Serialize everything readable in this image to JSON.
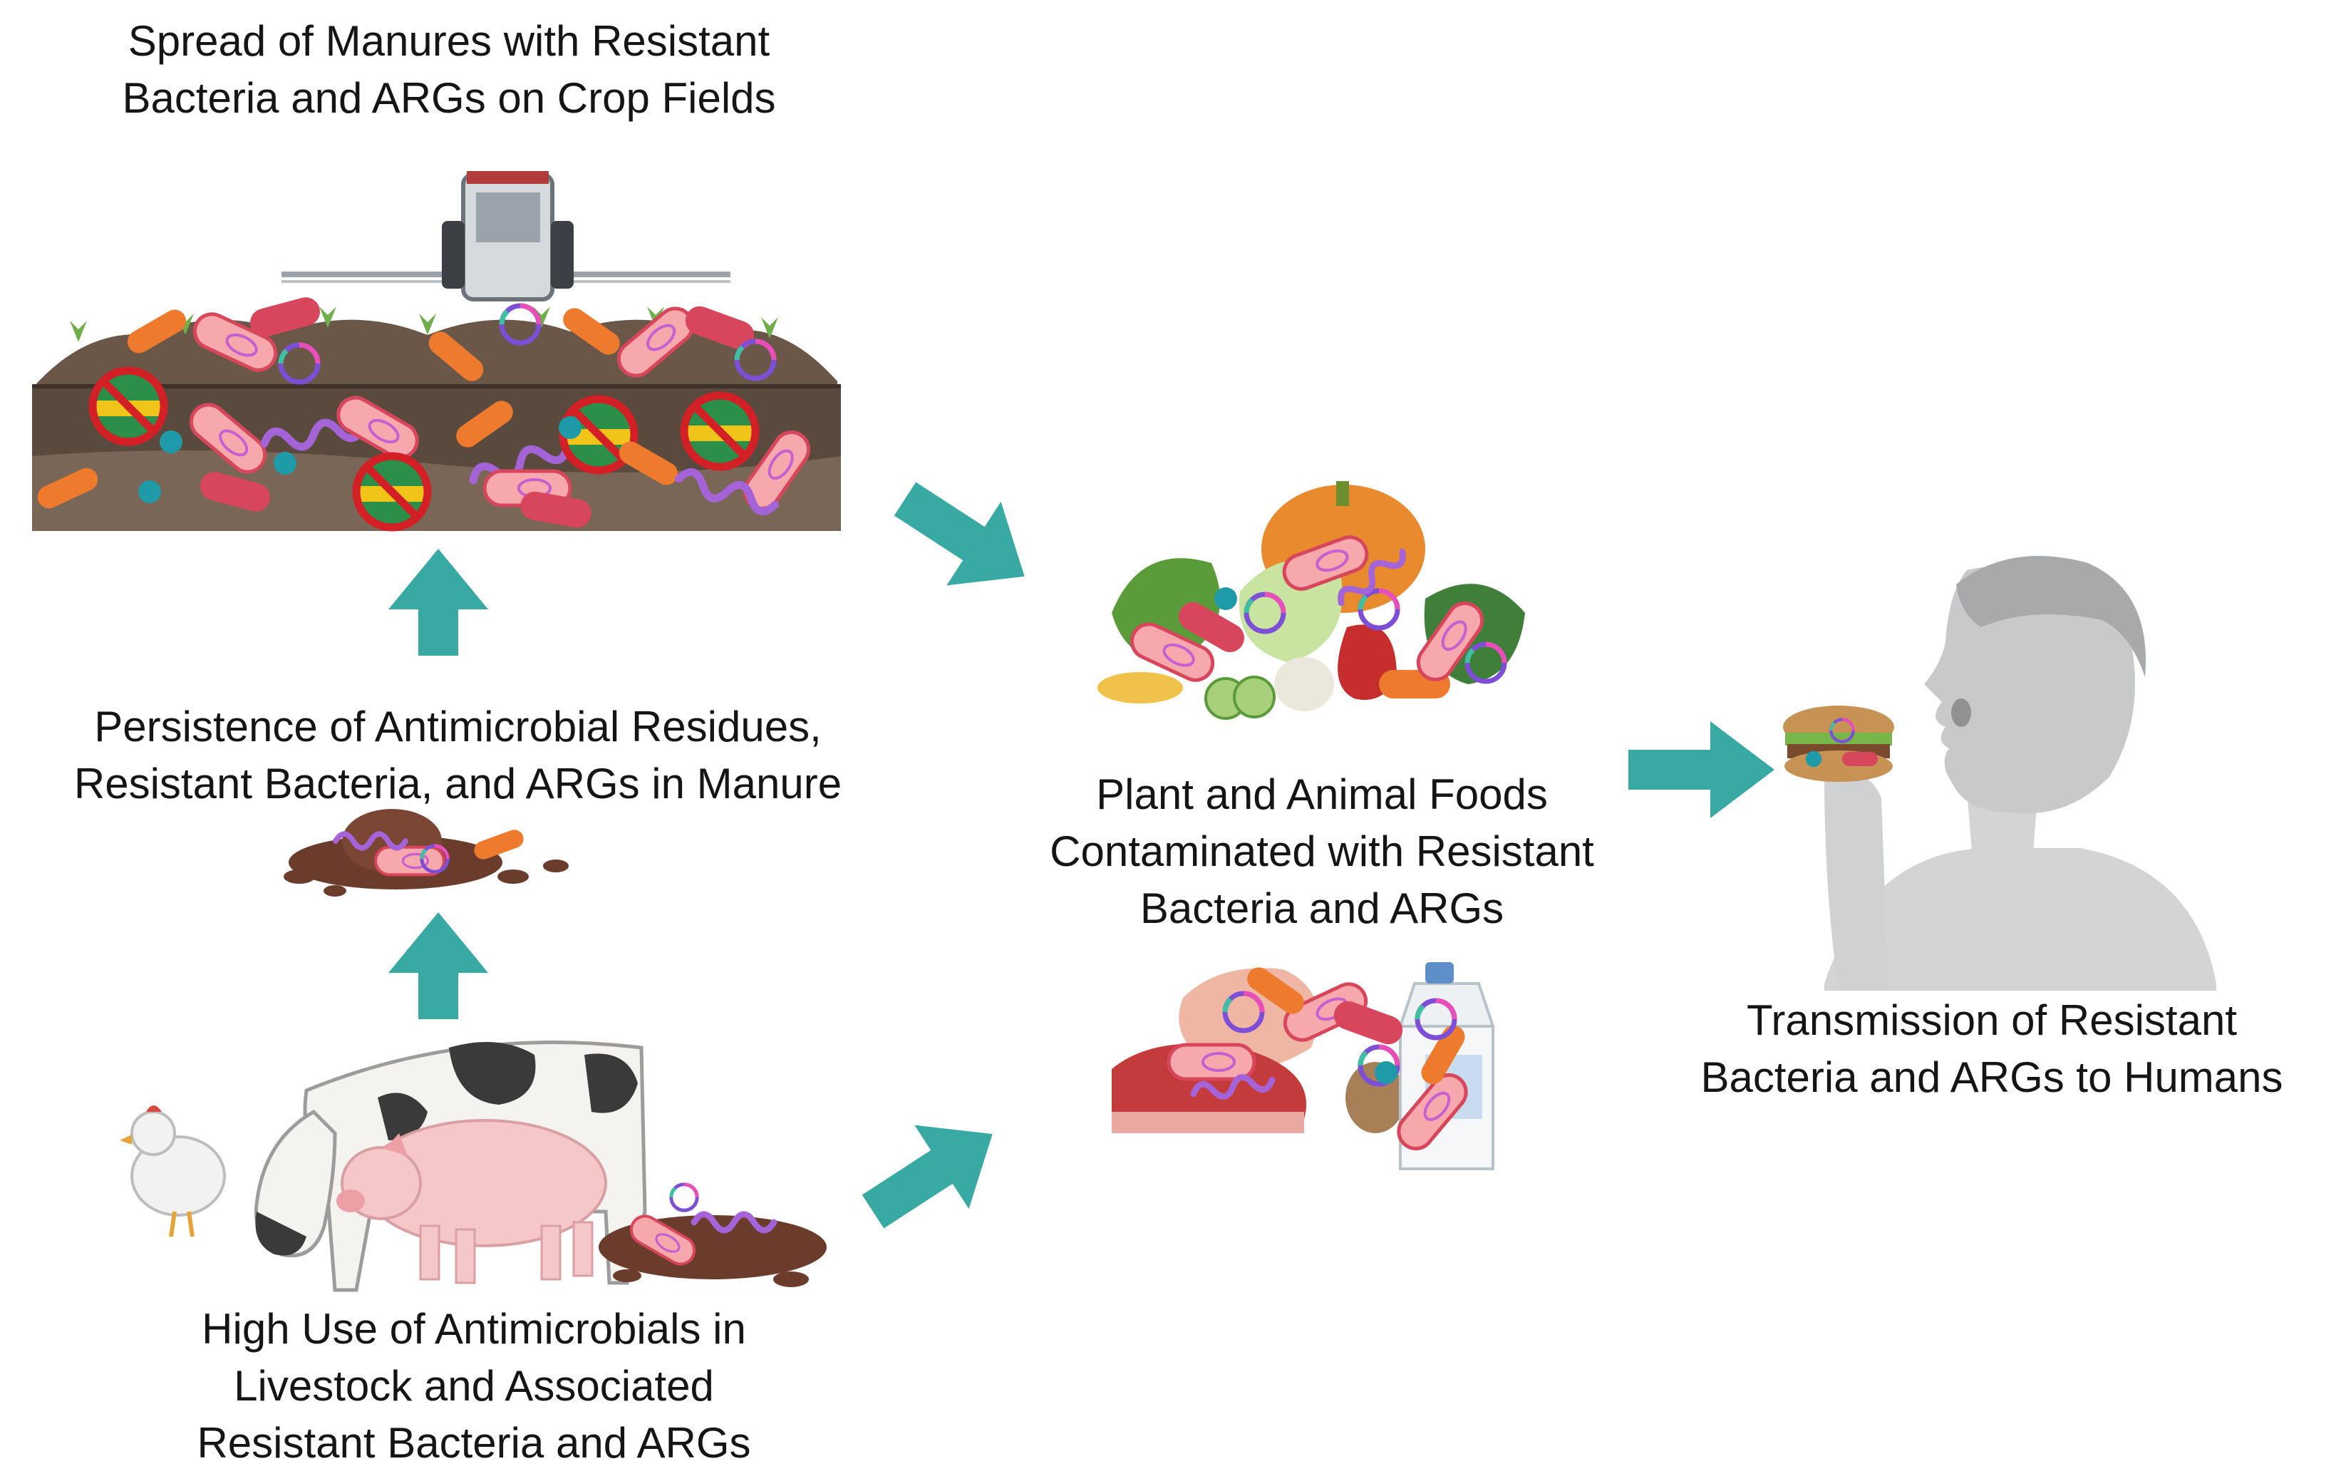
{
  "colors": {
    "arrow": "#39a9a3",
    "text": "#151515",
    "soil_dark": "#4b3a30",
    "soil_light": "#8a7665",
    "bacteria_pink": "#f6a8ad",
    "bacteria_red": "#d7465b",
    "bacteria_orange": "#ee7a2d",
    "prohibition_red": "#d31f26",
    "person_gray": "#cfd1d3"
  },
  "labels": {
    "crop_fields": [
      "Spread of Manures with Resistant",
      "Bacteria and ARGs on Crop Fields"
    ],
    "manure": [
      "Persistence of Antimicrobial Residues,",
      "Resistant Bacteria, and ARGs in Manure"
    ],
    "livestock": [
      "High Use of Antimicrobials in",
      "Livestock and Associated",
      "Resistant Bacteria and ARGs"
    ],
    "foods": [
      "Plant and Animal Foods",
      "Contaminated with Resistant",
      "Bacteria and ARGs"
    ],
    "humans": [
      "Transmission of Resistant",
      "Bacteria and ARGs to Humans"
    ]
  },
  "icons": {
    "crop_field": "tractor-spraying-manure-on-soil",
    "manure": "manure-pile-with-bacteria",
    "livestock": "cow-pig-chicken",
    "vegetables": "vegetables-with-bacteria",
    "animal_foods": "meat-chicken-milk-with-bacteria",
    "human": "person-eating-sandwich"
  }
}
